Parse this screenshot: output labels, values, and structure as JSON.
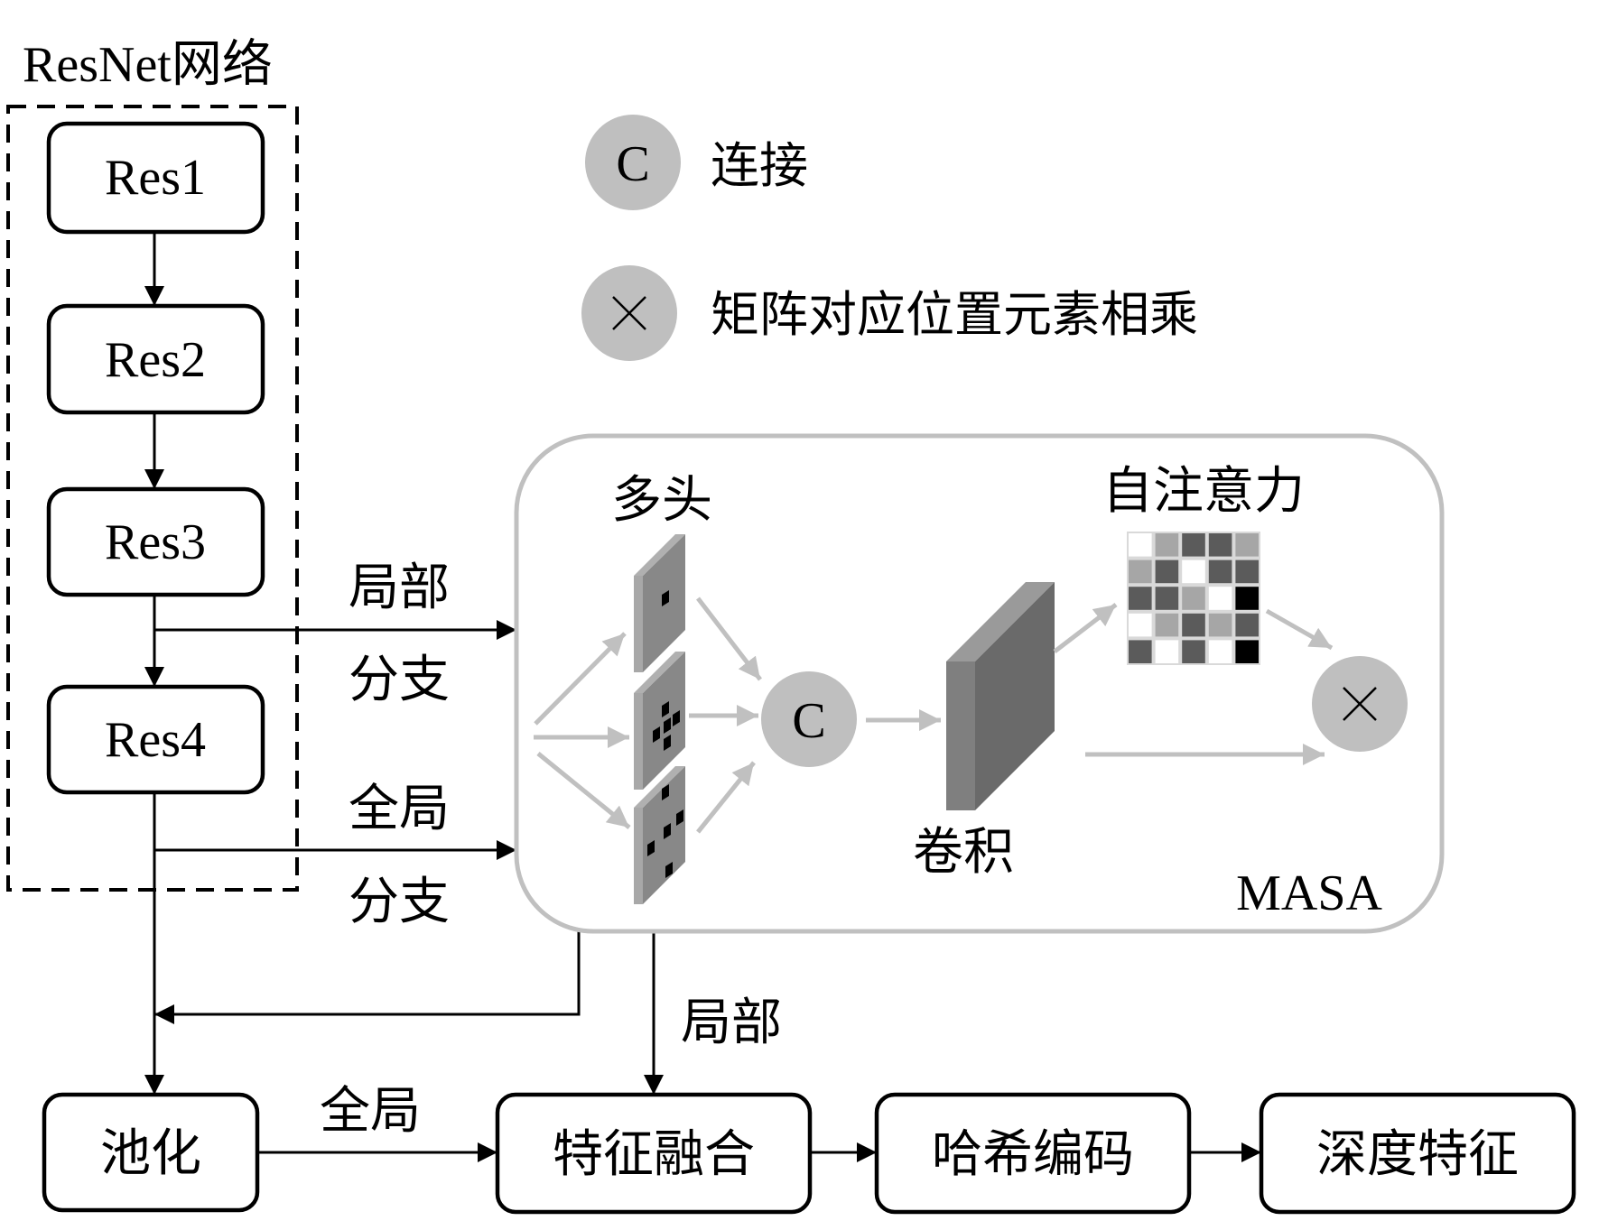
{
  "title": "ResNet网络",
  "resnet_blocks": [
    "Res1",
    "Res2",
    "Res3",
    "Res4"
  ],
  "legend": [
    {
      "symbol": "C",
      "icon": "concat-circle-icon",
      "label": "连接"
    },
    {
      "symbol": "×",
      "icon": "multiply-circle-icon",
      "label": "矩阵对应位置元素相乘"
    }
  ],
  "branches": {
    "local": {
      "line1": "局部",
      "line2": "分支"
    },
    "global": {
      "line1": "全局",
      "line2": "分支"
    }
  },
  "masa": {
    "name": "MASA",
    "multihead_label": "多头",
    "concat_symbol": "C",
    "conv_label": "卷积",
    "self_attention_label": "自注意力",
    "multiply_symbol": "×",
    "attention_matrix": [
      [
        "white",
        "light",
        "dark",
        "dark",
        "light"
      ],
      [
        "light",
        "dark",
        "white",
        "dark",
        "dark"
      ],
      [
        "dark",
        "dark",
        "light",
        "white",
        "black"
      ],
      [
        "white",
        "light",
        "dark",
        "light",
        "dark"
      ],
      [
        "dark",
        "white",
        "dark",
        "white",
        "black"
      ]
    ],
    "head_count": 3
  },
  "bottom_flow": {
    "pooling": "池化",
    "global_edge_label": "全局",
    "local_edge_label": "局部",
    "fusion": "特征融合",
    "hash": "哈希编码",
    "deep_feature": "深度特征"
  },
  "colors": {
    "operator_fill": "#bfbfbf",
    "masa_border": "#c0c0c0",
    "inner_arrow": "#c0c0c0",
    "matrix_white": "#ffffff",
    "matrix_light": "#a6a6a6",
    "matrix_dark": "#5b5b5b",
    "matrix_black": "#000000",
    "matrix_grid": "#d9d9d9"
  }
}
